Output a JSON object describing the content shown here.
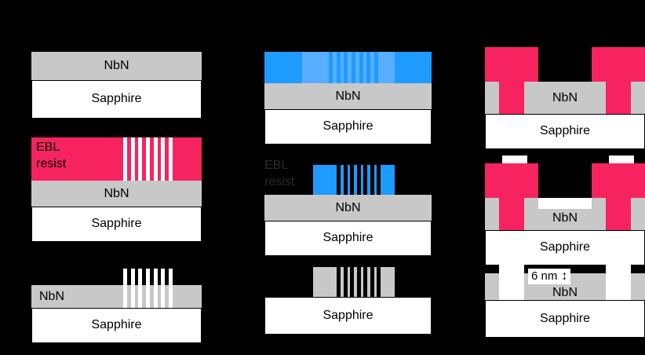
{
  "figure": {
    "background_color": "#000000",
    "materials": {
      "substrate_label": "Sapphire",
      "film_label": "NbN",
      "resist_label": "EBL resist",
      "resist_label_line1": "EBL",
      "resist_label_line2": "resist"
    },
    "colors": {
      "background": "#000000",
      "substrate": "#ffffff",
      "nbn_film": "#c8c8c8",
      "ebl_resist_pink": "#f72360",
      "developed_blue_dark": "#1e9bff",
      "developed_blue_light": "#59aeff",
      "deposited_metal": "#ffffff",
      "outline": "#000000",
      "ghost_text": "#2b2b2b"
    },
    "annotations": {
      "thickness_value": "6 nm",
      "thickness_arrow": "↕"
    },
    "columns": [
      {
        "name": "column-1",
        "steps": [
          {
            "name": "step-1-blank-film",
            "layers": [
              {
                "material": "nbn",
                "label": "NbN"
              },
              {
                "material": "substrate",
                "label": "Sapphire"
              }
            ]
          },
          {
            "name": "step-2-resist-exposed",
            "side_caption": "EBL resist",
            "stripe_count": 7,
            "stripe_color": "#ffffff",
            "layers": [
              {
                "material": "resist",
                "label": "EBL resist"
              },
              {
                "material": "nbn",
                "label": "NbN"
              },
              {
                "material": "substrate",
                "label": "Sapphire"
              }
            ]
          },
          {
            "name": "step-3-etched-nanowires",
            "stripe_count": 7,
            "stripe_color": "#ffffff",
            "layers": [
              {
                "material": "nbn",
                "label": "NbN"
              },
              {
                "material": "substrate",
                "label": "Sapphire"
              }
            ]
          }
        ]
      },
      {
        "name": "column-2",
        "steps": [
          {
            "name": "step-4-resist-blue-exposed",
            "stripe_count": 7,
            "layers": [
              {
                "material": "resist-blue",
                "label": ""
              },
              {
                "material": "nbn",
                "label": "NbN"
              },
              {
                "material": "substrate",
                "label": "Sapphire"
              }
            ]
          },
          {
            "name": "step-5-resist-developed",
            "side_caption": "EBL resist",
            "side_caption_style": "ghost",
            "stripe_count": 7,
            "layers": [
              {
                "material": "resist-blue",
                "label": ""
              },
              {
                "material": "nbn",
                "label": "NbN"
              },
              {
                "material": "substrate",
                "label": "Sapphire"
              }
            ]
          },
          {
            "name": "step-6-nanowire-array",
            "stripe_count": 7,
            "layers": [
              {
                "material": "nbn",
                "label": ""
              },
              {
                "material": "substrate",
                "label": "Sapphire"
              }
            ]
          }
        ]
      },
      {
        "name": "column-3",
        "steps": [
          {
            "name": "step-7-contact-resist-mask",
            "layers": [
              {
                "material": "resist",
                "label": ""
              },
              {
                "material": "nbn",
                "label": "NbN"
              },
              {
                "material": "substrate",
                "label": "Sapphire"
              }
            ]
          },
          {
            "name": "step-8-metal-deposition",
            "layers": [
              {
                "material": "metal",
                "label": ""
              },
              {
                "material": "resist",
                "label": ""
              },
              {
                "material": "nbn",
                "label": "NbN"
              },
              {
                "material": "substrate",
                "label": "Sapphire"
              }
            ]
          },
          {
            "name": "step-9-liftoff-finished-device",
            "thickness": "6 nm",
            "layers": [
              {
                "material": "metal",
                "label": ""
              },
              {
                "material": "nbn",
                "label": "NbN"
              },
              {
                "material": "substrate",
                "label": "Sapphire"
              }
            ]
          }
        ]
      }
    ]
  }
}
